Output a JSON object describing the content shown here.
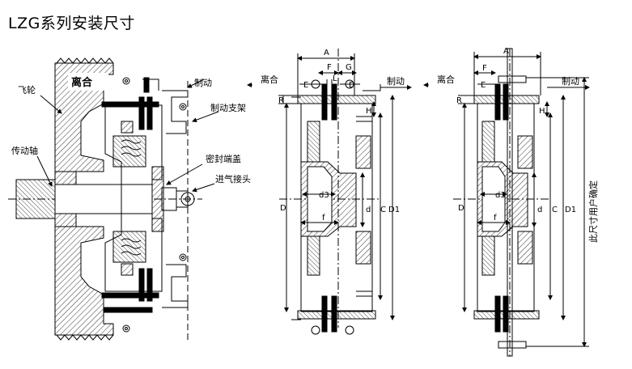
{
  "title": "LZG系列安装尺寸",
  "left_view": {
    "labels": {
      "flywheel": "飞轮",
      "clutch": "离合",
      "brake": "制动",
      "brake_bracket": "制动支架",
      "drive_shaft": "传动轴",
      "seal_cover": "密封端盖",
      "air_inlet": "进气接头"
    }
  },
  "middle_view": {
    "labels": {
      "clutch": "离合",
      "brake": "制动"
    },
    "dims": {
      "A": "A",
      "F": "F",
      "G": "G",
      "E1": "E",
      "L": "L",
      "E2": "E",
      "R": "R",
      "H": "H",
      "D": "D",
      "d3": "d3",
      "f": "f",
      "d": "d",
      "C": "C",
      "D1": "D1"
    }
  },
  "right_view": {
    "labels": {
      "clutch": "离合",
      "brake": "制动"
    },
    "dims": {
      "A": "A",
      "F": "F",
      "E": "E",
      "R": "R",
      "H": "H",
      "D": "D",
      "d3": "d3",
      "f": "f",
      "d": "d",
      "C": "C",
      "D1": "D1",
      "note": "此尺寸用户确定"
    }
  },
  "colors": {
    "line": "#000000",
    "hatch": "#000000",
    "background": "#ffffff"
  }
}
